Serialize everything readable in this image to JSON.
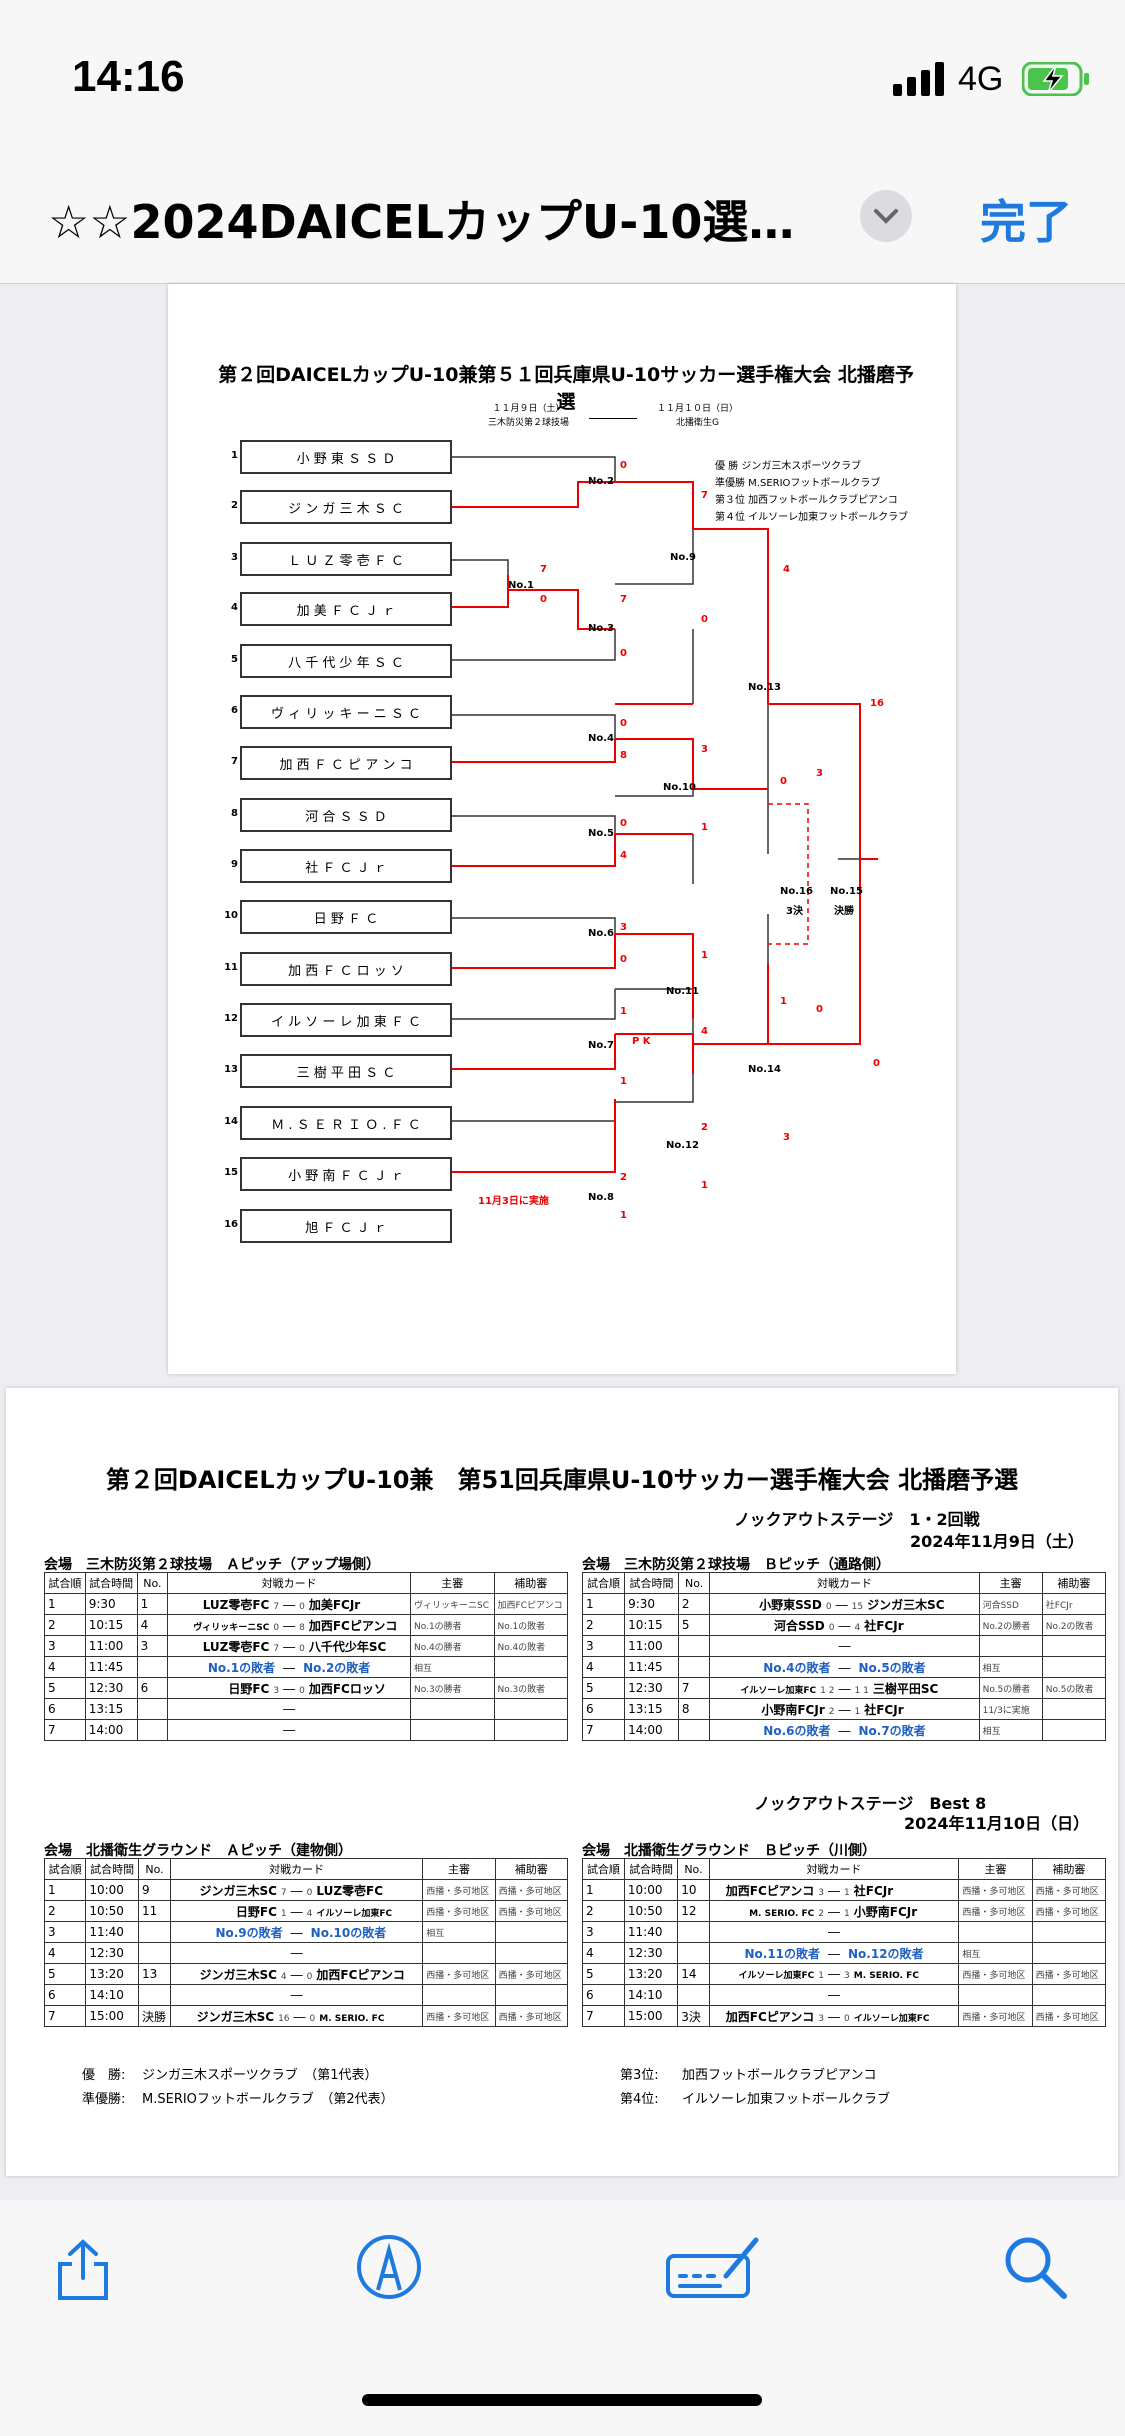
{
  "status": {
    "time": "14:16",
    "network": "4G"
  },
  "nav": {
    "title": "☆☆2024DAICELカップU-10選…",
    "done": "完了"
  },
  "bracket": {
    "title": "第２回DAICELカップU-10兼第５１回兵庫県U-10サッカー選手権大会 北播磨予選",
    "date1": "１１月９日（土）",
    "venue1": "三木防災第２球技場",
    "date2": "１１月１０日（日）",
    "venue2": "北播衛生G",
    "legend": [
      "優 勝 ジンガ三木スポーツクラブ",
      "準優勝 M.SERIOフットボールクラブ",
      "第３位 加西フットボールクラブピアンコ",
      "第４位 イルソーレ加東フットボールクラブ"
    ],
    "teams": [
      {
        "n": "1",
        "name": "小 野 東 Ｓ Ｓ Ｄ"
      },
      {
        "n": "2",
        "name": "ジ ン ガ 三 木 Ｓ Ｃ"
      },
      {
        "n": "3",
        "name": "Ｌ Ｕ Ｚ 零 壱 Ｆ Ｃ"
      },
      {
        "n": "4",
        "name": "加 美 Ｆ Ｃ Ｊ ｒ"
      },
      {
        "n": "5",
        "name": "八 千 代 少 年 Ｓ Ｃ"
      },
      {
        "n": "6",
        "name": "ヴ ィ リ ッ キ ー ニ Ｓ Ｃ"
      },
      {
        "n": "7",
        "name": "加 西 Ｆ Ｃ ピ ア ン コ"
      },
      {
        "n": "8",
        "name": "河 合 Ｓ Ｓ Ｄ"
      },
      {
        "n": "9",
        "name": "社 Ｆ Ｃ Ｊ ｒ"
      },
      {
        "n": "10",
        "name": "日 野 Ｆ Ｃ"
      },
      {
        "n": "11",
        "name": "加 西 Ｆ Ｃ ロ ッ ソ"
      },
      {
        "n": "12",
        "name": "イ ル ソ ー レ 加 東 Ｆ Ｃ"
      },
      {
        "n": "13",
        "name": "三 樹 平 田 Ｓ Ｃ"
      },
      {
        "n": "14",
        "name": "Ｍ . Ｓ Ｅ Ｒ Ｉ Ｏ . Ｆ Ｃ"
      },
      {
        "n": "15",
        "name": "小 野 南 Ｆ Ｃ Ｊ ｒ"
      },
      {
        "n": "16",
        "name": "旭 Ｆ Ｃ Ｊ ｒ"
      }
    ],
    "matches": {
      "no1": "No.1",
      "no2": "No.2",
      "no3": "No.3",
      "no4": "No.4",
      "no5": "No.5",
      "no6": "No.6",
      "no7": "No.7",
      "no8": "No.8",
      "no9": "No.9",
      "no10": "No.10",
      "no11": "No.11",
      "no12": "No.12",
      "no13": "No.13",
      "no14": "No.14",
      "no15": "No.15",
      "no16": "No.16",
      "third": "3決",
      "final": "決勝",
      "note8": "11月3日に実施",
      "pk": "P K"
    }
  },
  "schedule": {
    "title": "第２回DAICELカップU-10兼　第51回兵庫県U-10サッカー選手権大会 北播磨予選",
    "stage1": "ノックアウトステージ　1・2回戦",
    "date1": "2024年11月9日（土）",
    "stage2": "ノックアウトステージ　Best 8",
    "date2": "2024年11月10日（日）",
    "headers": [
      "試合順",
      "試合時間",
      "No.",
      "対戦カード",
      "主審",
      "補助審"
    ],
    "venueA1": "会場　三木防災第２球技場　Ａピッチ（アップ場側）",
    "venueB1": "会場　三木防災第２球技場　Ｂピッチ（通路側）",
    "venueA2": "会場　北播衛生グラウンド　Ａピッチ（建物側）",
    "venueB2": "会場　北播衛生グラウンド　Ｂピッチ（川側）",
    "rowsA1": [
      [
        "1",
        "9:30",
        "1",
        "LUZ零壱FC",
        "7",
        "0",
        "加美FCJr",
        "ヴィリッキーニSC",
        "加西FCピアンコ"
      ],
      [
        "2",
        "10:15",
        "4",
        "ヴィリッキーニSC",
        "0",
        "8",
        "加西FCピアンコ",
        "No.1の勝者",
        "No.1の敗者"
      ],
      [
        "3",
        "11:00",
        "3",
        "LUZ零壱FC",
        "7",
        "0",
        "八千代少年SC",
        "No.4の勝者",
        "No.4の敗者"
      ],
      [
        "4",
        "11:45",
        "",
        "No.1の敗者",
        "",
        "",
        "No.2の敗者",
        "相互",
        ""
      ],
      [
        "5",
        "12:30",
        "6",
        "日野FC",
        "3",
        "0",
        "加西FCロッソ",
        "No.3の勝者",
        "No.3の敗者"
      ],
      [
        "6",
        "13:15",
        "",
        "",
        "",
        "",
        "",
        "",
        ""
      ],
      [
        "7",
        "14:00",
        "",
        "",
        "",
        "",
        "",
        "",
        ""
      ]
    ],
    "rowsB1": [
      [
        "1",
        "9:30",
        "2",
        "小野東SSD",
        "0",
        "15",
        "ジンガ三木SC",
        "河合SSD",
        "社FCJr"
      ],
      [
        "2",
        "10:15",
        "5",
        "河合SSD",
        "0",
        "4",
        "社FCJr",
        "No.2の勝者",
        "No.2の敗者"
      ],
      [
        "3",
        "11:00",
        "",
        "",
        "",
        "",
        "",
        "",
        ""
      ],
      [
        "4",
        "11:45",
        "",
        "No.4の敗者",
        "",
        "",
        "No.5の敗者",
        "相互",
        ""
      ],
      [
        "5",
        "12:30",
        "7",
        "イルソーレ加東FC",
        "1 2",
        "1 1",
        "三樹平田SC",
        "No.5の勝者",
        "No.5の敗者"
      ],
      [
        "6",
        "13:15",
        "8",
        "小野南FCJr",
        "2",
        "1",
        "社FCJr",
        "11/3に実施",
        ""
      ],
      [
        "7",
        "14:00",
        "",
        "No.6の敗者",
        "",
        "",
        "No.7の敗者",
        "相互",
        ""
      ]
    ],
    "rowsA2": [
      [
        "1",
        "10:00",
        "9",
        "ジンガ三木SC",
        "7",
        "0",
        "LUZ零壱FC",
        "西播・多可地区",
        "西播・多可地区"
      ],
      [
        "2",
        "10:50",
        "11",
        "日野FC",
        "1",
        "4",
        "イルソーレ加東FC",
        "西播・多可地区",
        "西播・多可地区"
      ],
      [
        "3",
        "11:40",
        "",
        "No.9の敗者",
        "",
        "",
        "No.10の敗者",
        "相互",
        ""
      ],
      [
        "4",
        "12:30",
        "",
        "",
        "",
        "",
        "",
        "",
        ""
      ],
      [
        "5",
        "13:20",
        "13",
        "ジンガ三木SC",
        "4",
        "0",
        "加西FCピアンコ",
        "西播・多可地区",
        "西播・多可地区"
      ],
      [
        "6",
        "14:10",
        "",
        "",
        "",
        "",
        "",
        "",
        ""
      ],
      [
        "7",
        "15:00",
        "決勝",
        "ジンガ三木SC",
        "16",
        "0",
        "M. SERIO. FC",
        "西播・多可地区",
        "西播・多可地区"
      ]
    ],
    "rowsB2": [
      [
        "1",
        "10:00",
        "10",
        "加西FCピアンコ",
        "3",
        "1",
        "社FCJr",
        "西播・多可地区",
        "西播・多可地区"
      ],
      [
        "2",
        "10:50",
        "12",
        "M. SERIO. FC",
        "2",
        "1",
        "小野南FCJr",
        "西播・多可地区",
        "西播・多可地区"
      ],
      [
        "3",
        "11:40",
        "",
        "",
        "",
        "",
        "",
        "",
        ""
      ],
      [
        "4",
        "12:30",
        "",
        "No.11の敗者",
        "",
        "",
        "No.12の敗者",
        "相互",
        ""
      ],
      [
        "5",
        "13:20",
        "14",
        "イルソーレ加東FC",
        "1",
        "3",
        "M. SERIO. FC",
        "西播・多可地区",
        "西播・多可地区"
      ],
      [
        "6",
        "14:10",
        "",
        "",
        "",
        "",
        "",
        "",
        ""
      ],
      [
        "7",
        "15:00",
        "3決",
        "加西FCピアンコ",
        "3",
        "0",
        "イルソーレ加東FC",
        "西播・多可地区",
        "西播・多可地区"
      ]
    ],
    "results": {
      "win_label": "優　勝:",
      "win": "ジンガ三木スポーツクラブ　（第1代表）",
      "second_label": "準優勝:",
      "second": "M.SERIOフットボールクラブ　（第2代表）",
      "third_label": "第3位:",
      "third": "加西フットボールクラブピアンコ",
      "fourth_label": "第4位:",
      "fourth": "イルソーレ加東フットボールクラブ"
    }
  },
  "toolbar": {
    "icons": [
      "share-icon",
      "markup-icon",
      "signature-icon",
      "search-icon"
    ]
  },
  "colors": {
    "accent": "#1f7ae0",
    "bracket_red": "#e00000"
  }
}
